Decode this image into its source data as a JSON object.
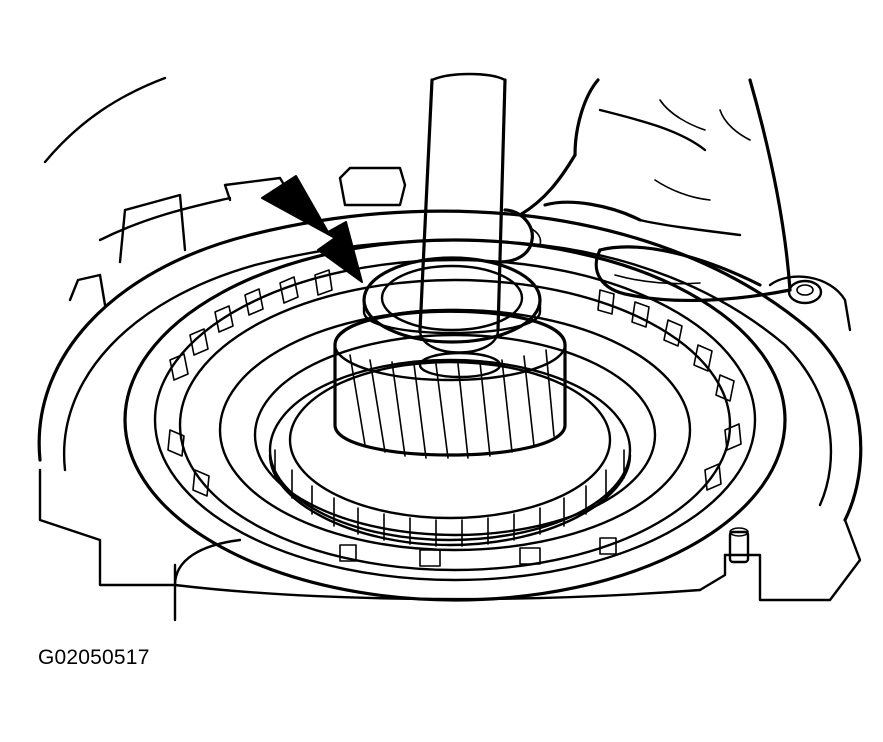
{
  "figure": {
    "id_label": "G02050517",
    "colors": {
      "ink": "#000000",
      "paper": "#ffffff"
    },
    "elements": [
      "transmission-case",
      "clutch-housing",
      "clutch-plates",
      "planetary-gear",
      "thrust-washer",
      "installation-tool",
      "hand",
      "callout-arrow"
    ]
  }
}
